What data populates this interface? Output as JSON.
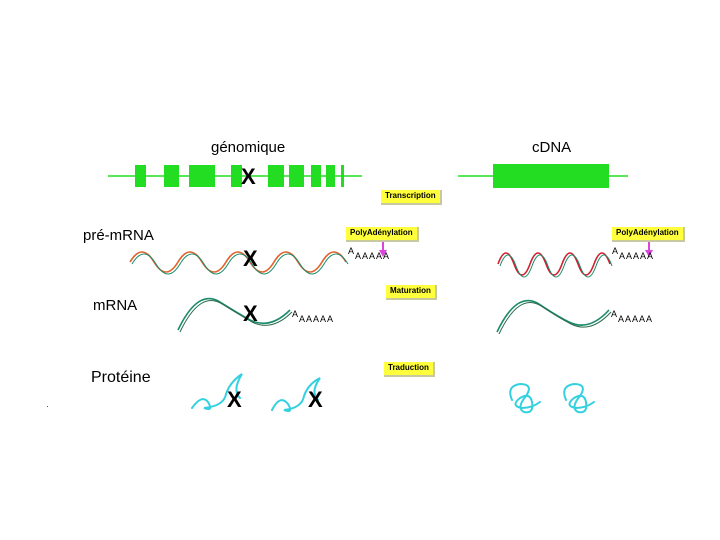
{
  "columns": {
    "genomic": "génomique",
    "cdna": "cDNA"
  },
  "rows": {
    "pre_mrna": "pré-mRNA",
    "mrna": "mRNA",
    "protein": "Protéine"
  },
  "steps": {
    "transcription": "Transcription",
    "polyadenylation": "PolyAdénylation",
    "maturation": "Maturation",
    "traduction": "Traduction"
  },
  "marks": {
    "x": "X",
    "poly_a_lead": "A",
    "poly_a_tail": "AAAAA"
  },
  "colors": {
    "exon": "#22dd22",
    "intron_strand": "#e0602a",
    "cdna_strand": "#d41f2f",
    "mrna_strand": "#1a8a6a",
    "protein": "#33d0e0",
    "step_box": "#ffff3c",
    "arrow": "#dd44dd"
  }
}
